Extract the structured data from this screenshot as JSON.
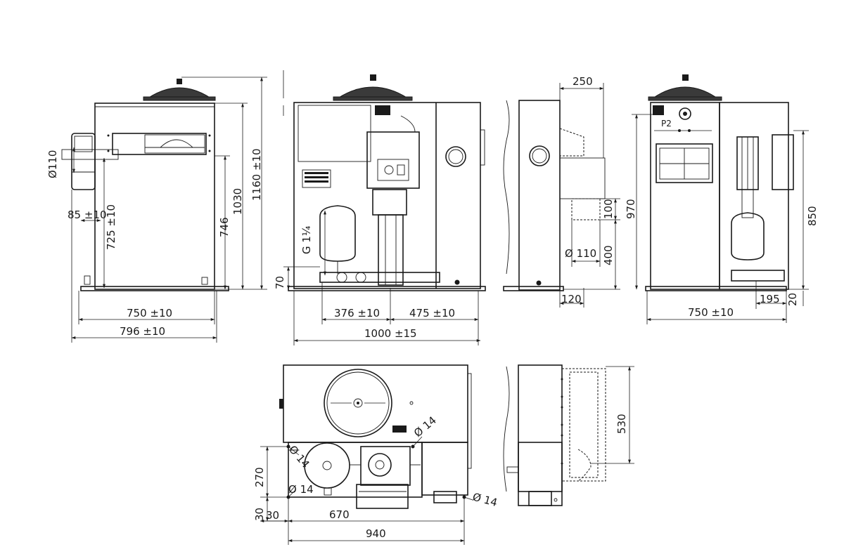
{
  "dimensions": {
    "front": {
      "d110": "Ø110",
      "d85": "85 ±10",
      "d725": "725 ±10",
      "d746": "746",
      "d1030": "1030",
      "d1160": "1160 ±10",
      "d750": "750 ±10",
      "d796": "796 ±10"
    },
    "pump": {
      "g114": "G 1¼",
      "d70": "70",
      "d376": "376 ±10",
      "d475": "475 ±10",
      "d1000": "1000 ±15"
    },
    "side": {
      "d250": "250",
      "d100": "100",
      "d400": "400",
      "d110": "Ø 110",
      "d120": "120"
    },
    "rear": {
      "d970": "970",
      "d850": "850",
      "p2": "P2",
      "d750": "750 ±10",
      "d195": "195",
      "d20": "20"
    },
    "top": {
      "d14a": "Ø 14",
      "d14b": "Ø 14",
      "d14c": "Ø 14",
      "d14d": "Ø 14",
      "d270": "270",
      "d30v": "30",
      "d30h": "30",
      "d670": "670",
      "d940": "940"
    },
    "sidetop": {
      "d530": "530"
    }
  }
}
